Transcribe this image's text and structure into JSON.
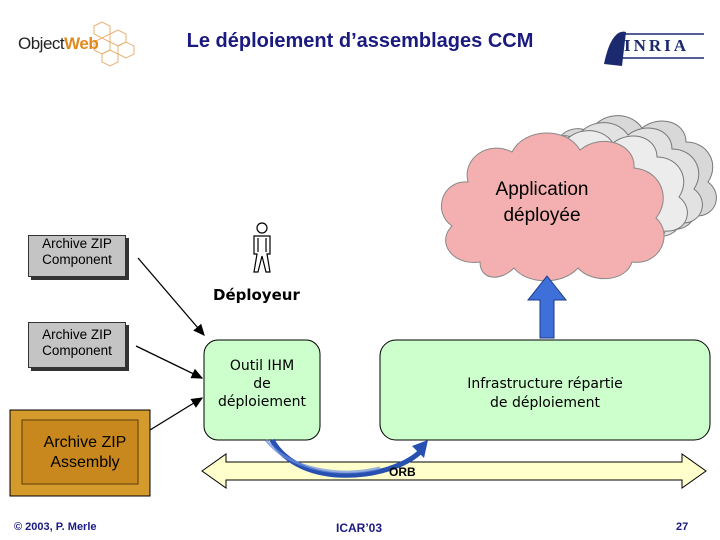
{
  "header": {
    "title": "Le déploiement d’assemblages CCM",
    "logo_left": "ObjectWeb",
    "logo_right": "INRIA"
  },
  "diagram": {
    "cloud_label_line1": "Application",
    "cloud_label_line2": "déployée",
    "archive1_line1": "Archive ZIP",
    "archive1_line2": "Component",
    "archive2_line1": "Archive ZIP",
    "archive2_line2": "Component",
    "archive3_line1": "Archive ZIP",
    "archive3_line2": "Assembly",
    "actor_label": "Déployeur",
    "tool_line1": "Outil IHM",
    "tool_line2": "de",
    "tool_line3": "déploiement",
    "infra_line1": "Infrastructure répartie",
    "infra_line2": "de déploiement",
    "bus_label": "ORB"
  },
  "footer": {
    "copyright": "© 2003, P. Merle",
    "event": "ICAR’03",
    "page": "27"
  },
  "colors": {
    "title": "#1a1a80",
    "cloud_front": "#f4b0b0",
    "cloud_back": "#e6e6e6",
    "box_green": "#ccffcc",
    "archive_gray": "#c4c4c4",
    "assembly_orange": "#d49a2c",
    "arrow_blue": "#3f6fd8"
  },
  "icons": [
    "objectweb-logo",
    "inria-logo",
    "stick-figure-icon",
    "up-arrow-icon",
    "double-arrow-bus-icon"
  ]
}
